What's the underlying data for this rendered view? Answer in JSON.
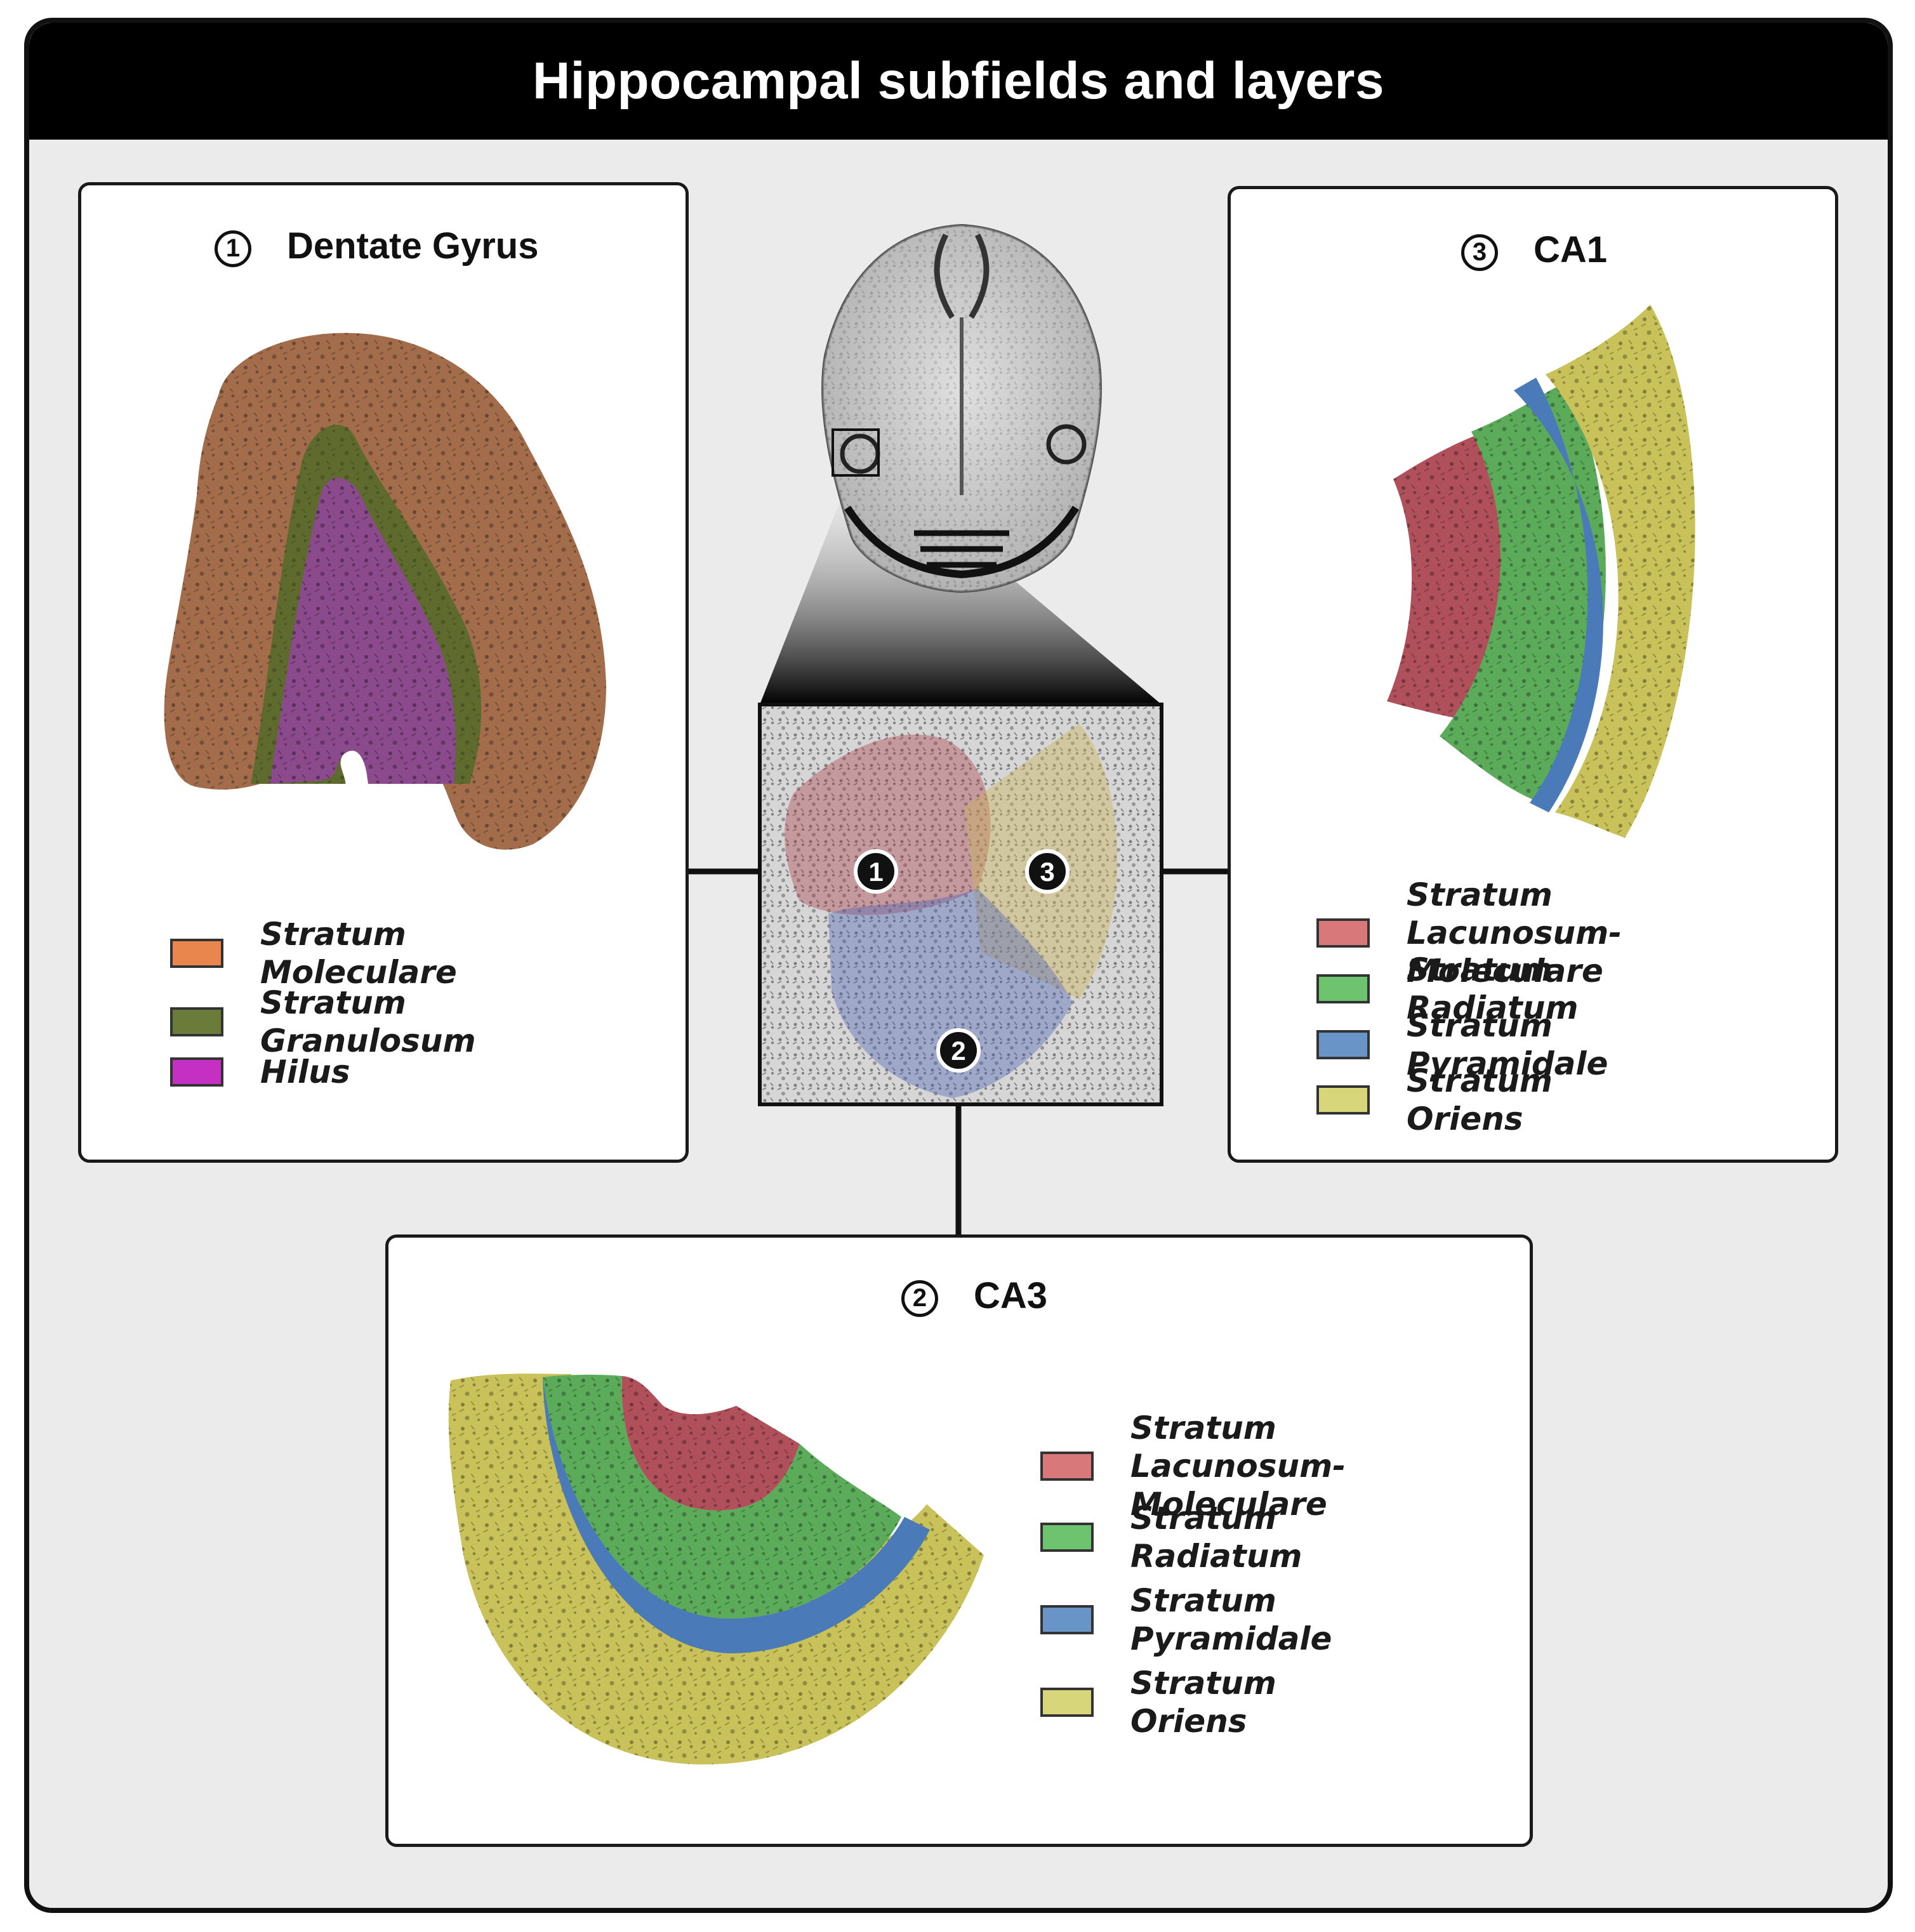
{
  "title": "Hippocampal subfields and layers",
  "panels": {
    "dentate_gyrus": {
      "number": "1",
      "title": "Dentate Gyrus",
      "legend": [
        {
          "label": "Stratum Moleculare",
          "color": "#e8864e"
        },
        {
          "label": "Stratum Granulosum",
          "color": "#6b7b3a"
        },
        {
          "label": "Hilus",
          "color": "#c42fc4"
        }
      ]
    },
    "ca1": {
      "number": "3",
      "title": "CA1",
      "legend": [
        {
          "label": "Stratum Lacunosum-\nMoleculare",
          "color": "#d8787a"
        },
        {
          "label": "Stratum Radiatum",
          "color": "#6ec46e"
        },
        {
          "label": "Stratum Pyramidale",
          "color": "#6894c8"
        },
        {
          "label": "Stratum Oriens",
          "color": "#d8d67a"
        }
      ]
    },
    "ca3": {
      "number": "2",
      "title": "CA3",
      "legend": [
        {
          "label": "Stratum Lacunosum-\nMoleculare",
          "color": "#d8787a"
        },
        {
          "label": "Stratum Radiatum",
          "color": "#6ec46e"
        },
        {
          "label": "Stratum Pyramidale",
          "color": "#6894c8"
        },
        {
          "label": "Stratum Oriens",
          "color": "#d8d67a"
        }
      ]
    }
  },
  "callouts": [
    "1",
    "2",
    "3"
  ]
}
